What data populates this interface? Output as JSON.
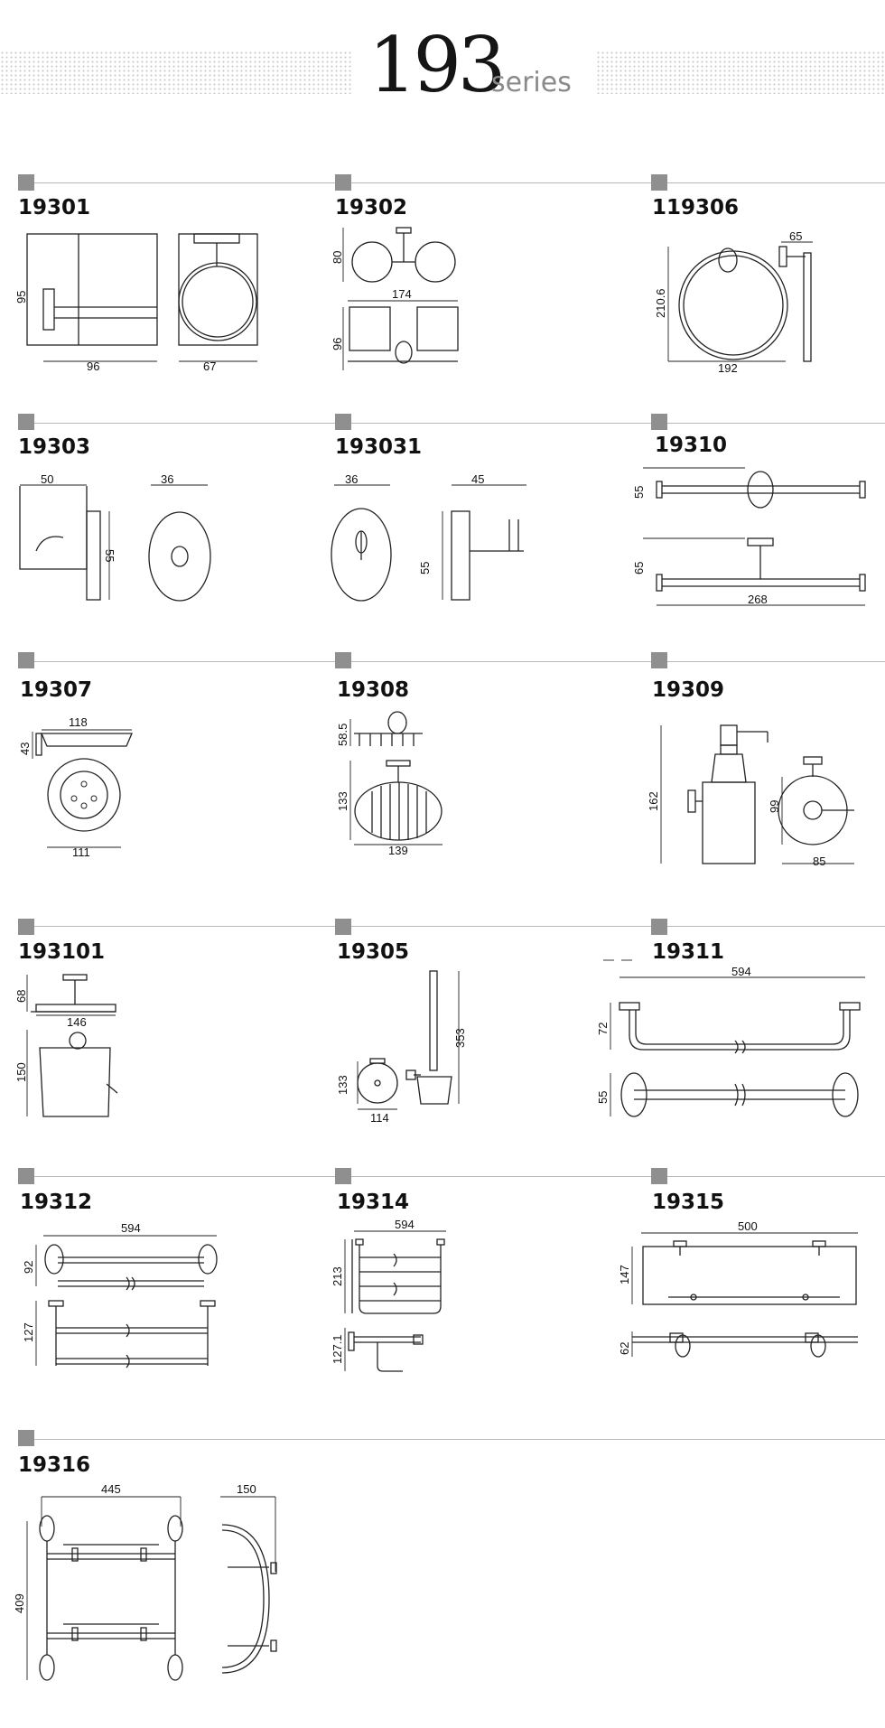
{
  "header": {
    "series_number": "193",
    "series_label": "series"
  },
  "products": [
    {
      "code": "19301",
      "dims": [
        "95",
        "96",
        "67"
      ]
    },
    {
      "code": "19302",
      "dims": [
        "80",
        "174",
        "96"
      ]
    },
    {
      "code": "119306",
      "dims": [
        "65",
        "210.6",
        "192"
      ]
    },
    {
      "code": "19303",
      "dims": [
        "50",
        "36",
        "55"
      ]
    },
    {
      "code": "193031",
      "dims": [
        "36",
        "45",
        "55"
      ]
    },
    {
      "code": "19310",
      "dims": [
        "55",
        "65",
        "268"
      ]
    },
    {
      "code": "19307",
      "dims": [
        "118",
        "43",
        "111"
      ]
    },
    {
      "code": "19308",
      "dims": [
        "58.5",
        "133",
        "139"
      ]
    },
    {
      "code": "19309",
      "dims": [
        "162",
        "99",
        "85"
      ]
    },
    {
      "code": "193101",
      "dims": [
        "68",
        "146",
        "150"
      ]
    },
    {
      "code": "19305",
      "dims": [
        "353",
        "133",
        "114"
      ]
    },
    {
      "code": "19311",
      "dims": [
        "594",
        "72",
        "55"
      ]
    },
    {
      "code": "19312",
      "dims": [
        "594",
        "92",
        "127"
      ]
    },
    {
      "code": "19314",
      "dims": [
        "594",
        "213",
        "127.1"
      ]
    },
    {
      "code": "19315",
      "dims": [
        "500",
        "147",
        "62"
      ]
    },
    {
      "code": "19316",
      "dims": [
        "445",
        "150",
        "409"
      ]
    }
  ]
}
